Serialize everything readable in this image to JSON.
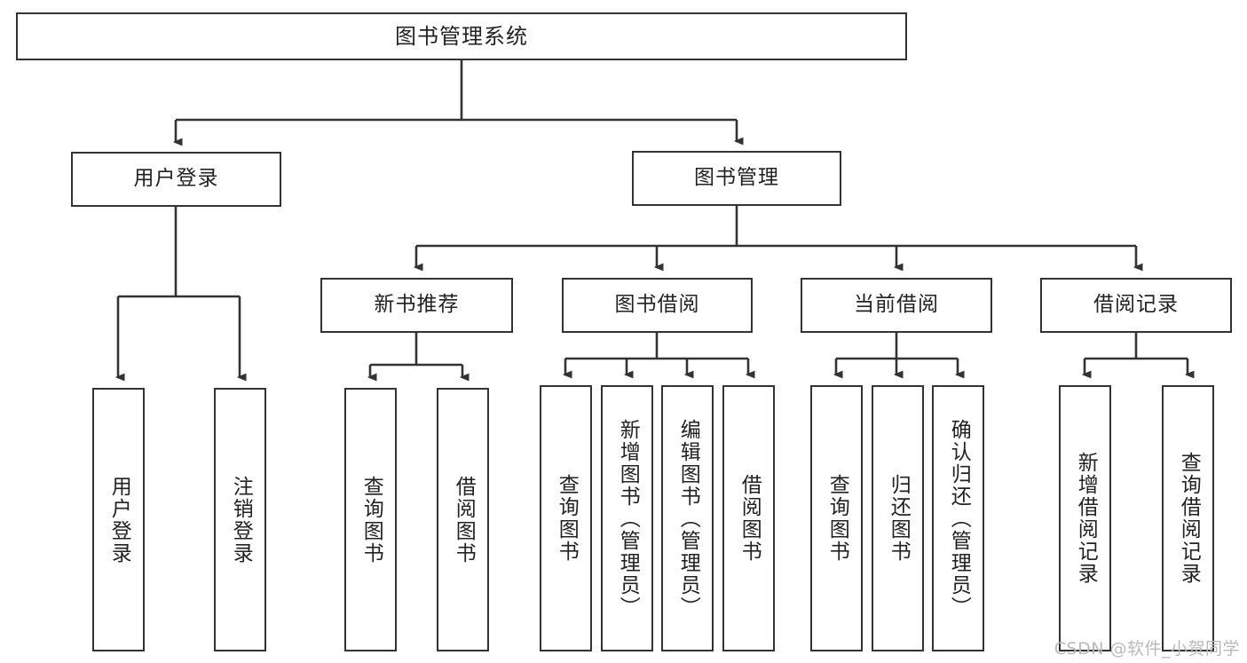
{
  "diagram": {
    "title": "图书管理系统",
    "type": "tree",
    "colors": {
      "stroke": "#333333",
      "fill": "#ffffff",
      "text": "#222222",
      "watermark": "#b9b9b9"
    }
  },
  "root": {
    "label": "图书管理系统"
  },
  "level2": [
    {
      "label": "用户登录"
    },
    {
      "label": "图书管理"
    }
  ],
  "level3": [
    {
      "label": "新书推荐"
    },
    {
      "label": "图书借阅"
    },
    {
      "label": "当前借阅"
    },
    {
      "label": "借阅记录"
    }
  ],
  "leaves": {
    "user_login": [
      {
        "label": "用户登录"
      },
      {
        "label": "注销登录"
      }
    ],
    "new_book": [
      {
        "label": "查询图书"
      },
      {
        "label": "借阅图书"
      }
    ],
    "book_borrow": [
      {
        "label": "查询图书"
      },
      {
        "label": "新增图书（管理员）"
      },
      {
        "label": "编辑图书（管理员）"
      },
      {
        "label": "借阅图书"
      }
    ],
    "current_borrow": [
      {
        "label": "查询图书"
      },
      {
        "label": "归还图书"
      },
      {
        "label": "确认归还（管理员）"
      }
    ],
    "borrow_record": [
      {
        "label": "新增借阅记录"
      },
      {
        "label": "查询借阅记录"
      }
    ]
  },
  "watermark": {
    "text": "CSDN @软件_小贺同学"
  }
}
